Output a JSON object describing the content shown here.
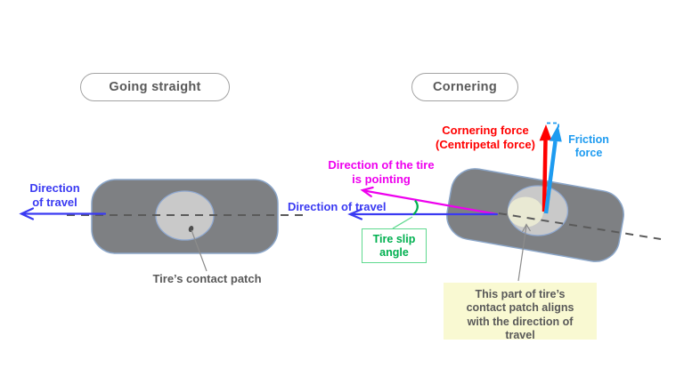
{
  "left": {
    "badge": "Going straight",
    "direction_of_travel": "Direction\nof travel",
    "contact_patch_label": "Tire’s contact patch"
  },
  "right": {
    "badge": "Cornering",
    "cornering_force_label": "Cornering force\n(Centripetal force)",
    "friction_force_label": "Friction\nforce",
    "tire_pointing_label": "Direction of the tire\nis pointing",
    "direction_of_travel": "Direction of travel",
    "tire_slip_label": "Tire slip\nangle",
    "note": "This part of tire’s\ncontact patch aligns\nwith the direction of\ntravel"
  },
  "colors": {
    "travel-blue": "#3a3af2",
    "magenta": "#ee00ee",
    "red": "#ff0000",
    "friction-blue": "#1e9bf0",
    "green": "#00b050",
    "green-border": "#5fd98f",
    "note-bg": "#f9f9d2",
    "gray-text": "#595959",
    "tire-gray": "#7e8083",
    "patch-gray": "#c9c9c9",
    "patch-border": "#8fa8d0",
    "dash-gray": "#5a5a5a"
  }
}
